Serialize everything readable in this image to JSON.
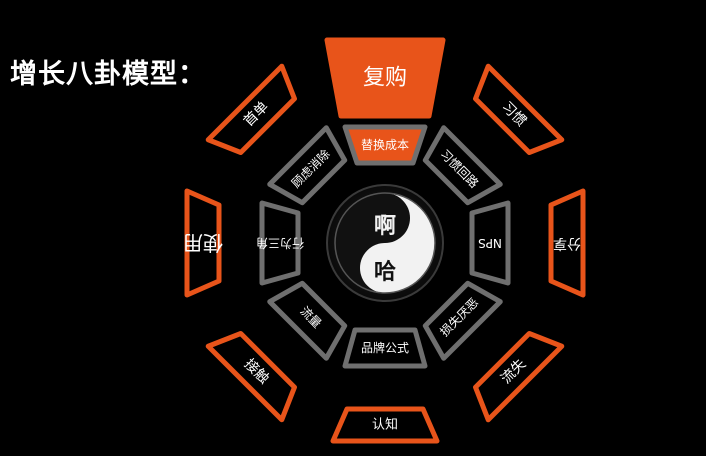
{
  "title": "增长八卦模型：",
  "colors": {
    "background": "#000000",
    "outer_ring": "#e8541a",
    "inner_ring": "#6f6f6f",
    "text": "#ffffff",
    "yin_yang_light": "#f2f2f2",
    "yin_yang_dark": "#111111"
  },
  "center": {
    "top_char": "啊",
    "bottom_char": "哈"
  },
  "sectors": [
    {
      "outer": "复购",
      "inner": "替换成本",
      "outer_filled": true
    },
    {
      "outer": "习惯",
      "inner": "习惯回路",
      "outer_filled": false
    },
    {
      "outer": "分享",
      "inner": "NPS",
      "outer_filled": false
    },
    {
      "outer": "流失",
      "inner": "损失厌恶",
      "outer_filled": false
    },
    {
      "outer": "认知",
      "inner": "品牌公式",
      "outer_filled": false
    },
    {
      "outer": "接触",
      "inner": "流量",
      "outer_filled": false
    },
    {
      "outer": "使用",
      "inner": "行为三角",
      "outer_filled": false
    },
    {
      "outer": "首单",
      "inner": "顾虑消除",
      "outer_filled": false
    }
  ]
}
